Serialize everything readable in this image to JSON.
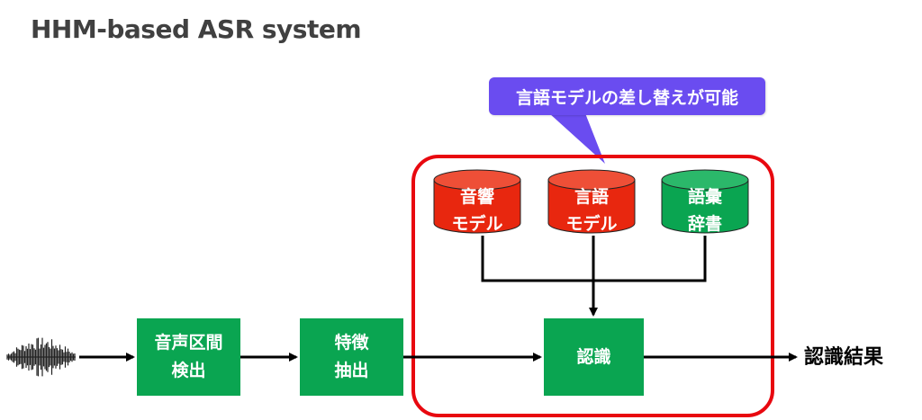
{
  "title": "HHM-based ASR system",
  "callout": {
    "text": "言語モデルの差し替えが可能"
  },
  "models": [
    {
      "line1": "音響",
      "line2": "モデル",
      "color": "#e8270f"
    },
    {
      "line1": "言語",
      "line2": "モデル",
      "color": "#e8270f"
    },
    {
      "line1": "語彙",
      "line2": "辞書",
      "color": "#0aa551"
    }
  ],
  "blocks": {
    "vad": {
      "line1": "音声区間",
      "line2": "検出"
    },
    "feature": {
      "line1": "特徴",
      "line2": "抽出"
    },
    "recognition": {
      "label": "認識"
    }
  },
  "output": {
    "label": "認識結果"
  },
  "colors": {
    "process_green": "#0aa551",
    "model_red": "#e8270f",
    "highlight_frame": "#e8080f",
    "callout_purple": "#6a4cf0",
    "title_gray": "#404040"
  }
}
